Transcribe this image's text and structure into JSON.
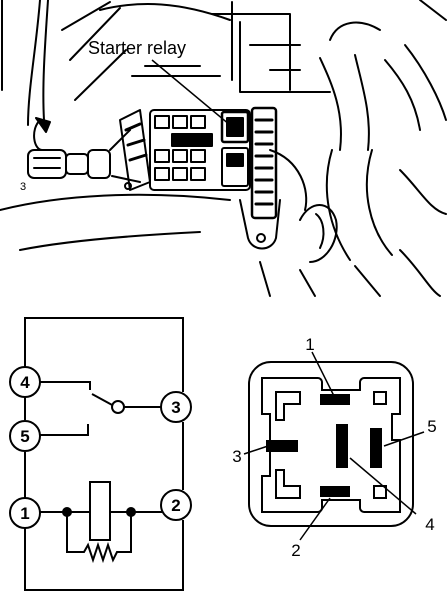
{
  "callout": {
    "text": "Starter relay"
  },
  "schematic": {
    "terminals": [
      "4",
      "5",
      "3",
      "1",
      "2"
    ]
  },
  "connector": {
    "terminals": [
      "1",
      "2",
      "3",
      "4",
      "5"
    ]
  }
}
